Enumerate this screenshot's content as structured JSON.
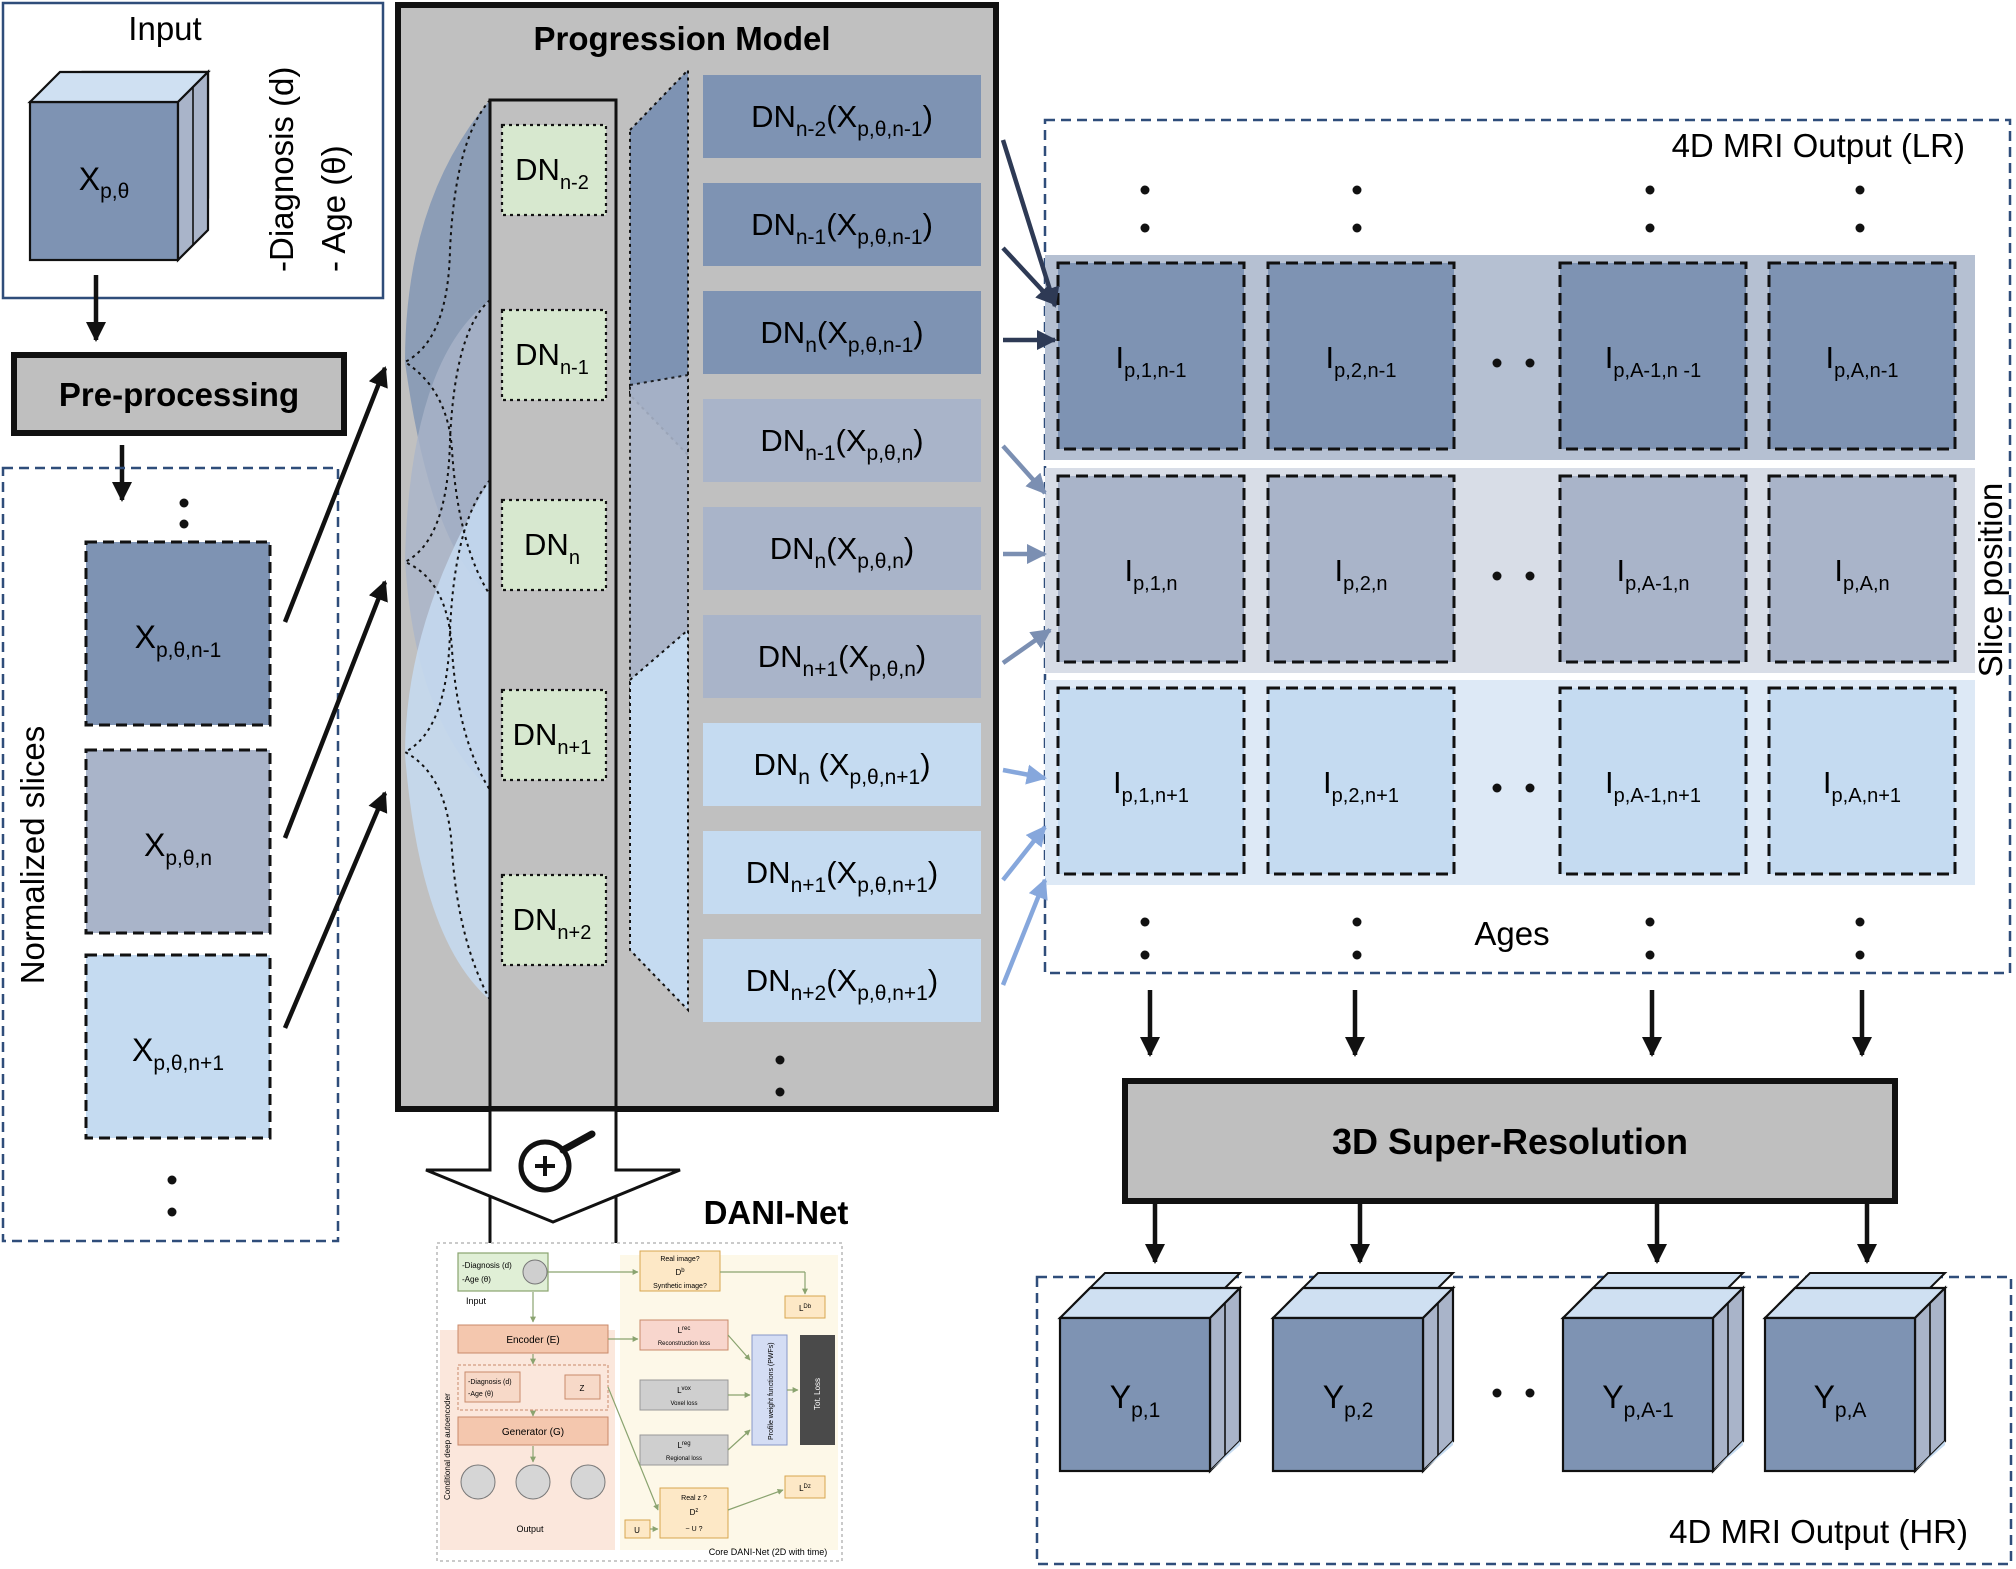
{
  "input": {
    "title": "Input",
    "cube_label": "X",
    "cube_sub": "p,θ",
    "attr1": "-Diagnosis (d)",
    "attr2": "- Age (θ)"
  },
  "preprocessing": {
    "label": "Pre-processing"
  },
  "normalized": {
    "label": "Normalized slices",
    "slices": [
      {
        "base": "X",
        "sub": "p,θ,n-1",
        "color": "#7e93b3"
      },
      {
        "base": "X",
        "sub": "p,θ,n",
        "color": "#a9b4c9"
      },
      {
        "base": "X",
        "sub": "p,θ,n+1",
        "color": "#c5dbf1"
      }
    ]
  },
  "progression": {
    "title": "Progression Model",
    "dn_boxes": [
      {
        "base": "DN",
        "sub": "n-2"
      },
      {
        "base": "DN",
        "sub": "n-1"
      },
      {
        "base": "DN",
        "sub": "n"
      },
      {
        "base": "DN",
        "sub": "n+1"
      },
      {
        "base": "DN",
        "sub": "n+2"
      }
    ],
    "outputs": [
      {
        "p1": "DN",
        "s1": "n-2",
        "p2": "(X",
        "s2": "p,θ,n-1",
        "p3": ")",
        "color": "#7e93b3"
      },
      {
        "p1": "DN",
        "s1": "n-1",
        "p2": "(X",
        "s2": "p,θ,n-1",
        "p3": ")",
        "color": "#7e93b3"
      },
      {
        "p1": "DN",
        "s1": "n",
        "p2": "(X",
        "s2": "p,θ,n-1",
        "p3": ")",
        "color": "#7e93b3"
      },
      {
        "p1": "DN",
        "s1": "n-1",
        "p2": "(X",
        "s2": "p,θ,n",
        "p3": ")",
        "color": "#a9b4c9"
      },
      {
        "p1": "DN",
        "s1": "n",
        "p2": "(X",
        "s2": "p,θ,n",
        "p3": ")",
        "color": "#a9b4c9"
      },
      {
        "p1": "DN",
        "s1": "n+1",
        "p2": "(X",
        "s2": "p,θ,n",
        "p3": ")",
        "color": "#a9b4c9"
      },
      {
        "p1": "DN",
        "s1": "n",
        "p2": " (X",
        "s2": "p,θ,n+1",
        "p3": ")",
        "color": "#c5dbf1"
      },
      {
        "p1": "DN",
        "s1": "n+1",
        "p2": "(X",
        "s2": "p,θ,n+1",
        "p3": ")",
        "color": "#c5dbf1"
      },
      {
        "p1": "DN",
        "s1": "n+2",
        "p2": "(X",
        "s2": "p,θ,n+1",
        "p3": ")",
        "color": "#c5dbf1"
      }
    ]
  },
  "dani": {
    "title": "DANI-Net",
    "thumb": {
      "input_attr1": "-Diagnosis (d)",
      "input_attr2": "-Age (θ)",
      "input_label": "Input",
      "encoder": "Encoder (E)",
      "latent_attr1": "-Diagnosis (d)",
      "latent_attr2": "-Age (θ)",
      "latent_z": "Z",
      "generator": "Generator (G)",
      "autoencoder": "Conditional deep autoencoder",
      "output_label": "Output",
      "real_image": "Real image?",
      "db": "D",
      "db_sup": "b",
      "synthetic": "Synthetic image?",
      "ldb": "L",
      "ldb_sup": "Db",
      "lrec": "L",
      "lrec_sup": "rec",
      "lrec_desc": "Reconstruction loss",
      "lvox": "L",
      "lvox_sup": "vox",
      "lvox_desc": "Voxel loss",
      "lreg": "L",
      "lreg_sup": "reg",
      "lreg_desc": "Regional loss",
      "profile": "Profile weight functions (PWFs)",
      "tot_loss": "Tot. Loss",
      "real_z": "Real z ?",
      "dz": "D",
      "dz_sup": "z",
      "uz": "~ U ?",
      "ldz": "L",
      "ldz_sup": "Dz",
      "u": "U",
      "core": "Core DANI-Net (2D with time)"
    }
  },
  "lr_output": {
    "title": "4D MRI Output (LR)",
    "rows": [
      {
        "color": "#b5c0d2",
        "cell": "#7e93b3",
        "cells": [
          {
            "base": "I",
            "sub": "p,1,n-1"
          },
          {
            "base": "I",
            "sub": "p,2,n-1"
          },
          {
            "base": "I",
            "sub": "p,A-1,n -1"
          },
          {
            "base": "I",
            "sub": "p,A,n-1"
          }
        ]
      },
      {
        "color": "#d8dde7",
        "cell": "#a9b4c9",
        "cells": [
          {
            "base": "I",
            "sub": "p,1,n"
          },
          {
            "base": "I",
            "sub": "p,2,n"
          },
          {
            "base": "I",
            "sub": "p,A-1,n"
          },
          {
            "base": "I",
            "sub": "p,A,n"
          }
        ]
      },
      {
        "color": "#dde9f6",
        "cell": "#c5dbf1",
        "cells": [
          {
            "base": "I",
            "sub": "p,1,n+1"
          },
          {
            "base": "I",
            "sub": "p,2,n+1"
          },
          {
            "base": "I",
            "sub": "p,A-1,n+1"
          },
          {
            "base": "I",
            "sub": "p,A,n+1"
          }
        ]
      }
    ],
    "ages_label": "Ages",
    "slice_label": "Slice position"
  },
  "super_resolution": {
    "label": "3D Super-Resolution"
  },
  "hr_output": {
    "title": "4D MRI Output (HR)",
    "cubes": [
      {
        "base": "Y",
        "sub": "p,1"
      },
      {
        "base": "Y",
        "sub": "p,2"
      },
      {
        "base": "Y",
        "sub": "p,A-1"
      },
      {
        "base": "Y",
        "sub": "p,A"
      }
    ]
  },
  "colors": {
    "dark": "#7e93b3",
    "mid": "#a9b4c9",
    "light": "#c5dbf1",
    "panel_gray": "#c0c0c0",
    "dn_green": "#d7e8cf",
    "border_blue": "#2f4d7a"
  }
}
